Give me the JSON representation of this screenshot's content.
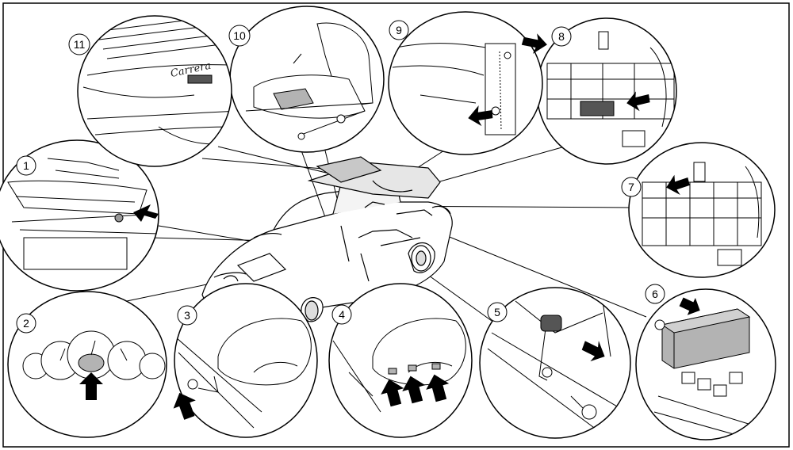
{
  "diagram": {
    "title": "",
    "callouts": [
      "1",
      "2",
      "3",
      "4",
      "5",
      "6",
      "7",
      "8",
      "9",
      "10",
      "11"
    ],
    "badge_text": "Carrera"
  },
  "colors": {
    "line": "#000000",
    "highlight": "#b3b3b3",
    "background": "#ffffff",
    "arrow": "#000000"
  }
}
